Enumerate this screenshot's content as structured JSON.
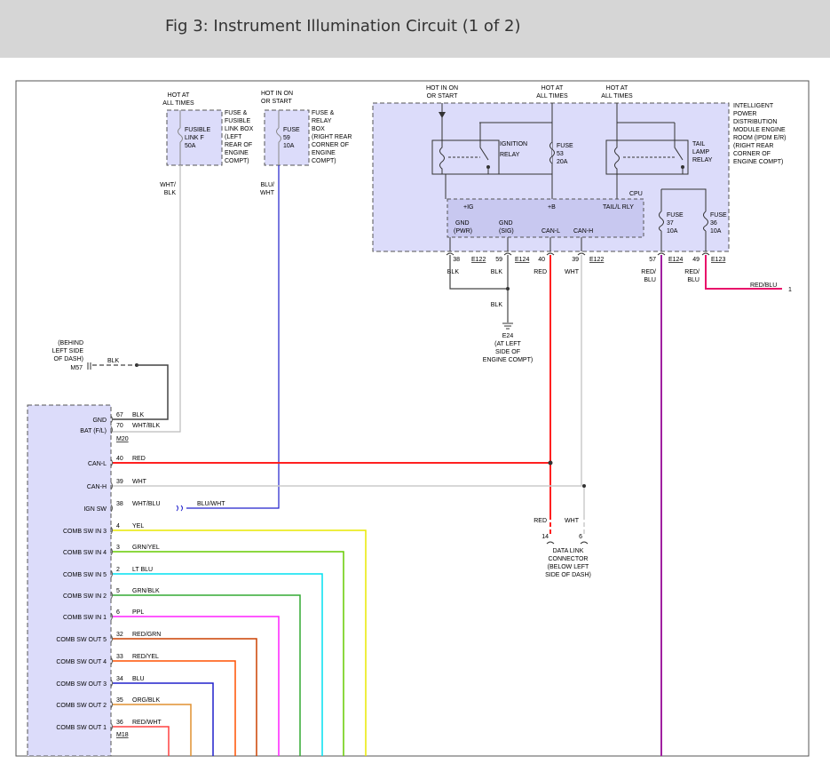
{
  "header": {
    "title": "Fig 3: Instrument Illumination Circuit (1 of 2)"
  },
  "colors": {
    "module_fill": "#dcdcfa",
    "border": "#555555",
    "wire_red": "#ff2020",
    "wire_white": "#cccccc",
    "wire_blu_wht": "#2020cc",
    "wire_ppl": "#a020a0",
    "wire_red_blu": "#e8106a",
    "wire_blk": "#444444"
  },
  "fuse_blocks": {
    "fusible": {
      "hot_label": [
        "HOT AT",
        "ALL TIMES"
      ],
      "fuse_text": [
        "FUSIBLE",
        "LINK F",
        "50A"
      ],
      "side_text": [
        "FUSE &",
        "FUSIBLE",
        "LINK BOX",
        "(LEFT",
        "REAR OF",
        "ENGINE",
        "COMPT)"
      ],
      "wire": [
        "WHT/",
        "BLK"
      ]
    },
    "relay_box": {
      "hot_label": [
        "HOT IN ON",
        "OR START"
      ],
      "fuse_text": [
        "FUSE",
        "59",
        "10A"
      ],
      "side_text": [
        "FUSE &",
        "RELAY",
        "BOX",
        "(RIGHT REAR",
        "CORNER OF",
        "ENGINE",
        "COMPT)"
      ],
      "wire": [
        "BLU/",
        "WHT"
      ]
    }
  },
  "ipdm": {
    "hot_labels": [
      [
        "HOT IN ON",
        "OR START"
      ],
      [
        "HOT AT",
        "ALL TIMES"
      ],
      [
        "HOT AT",
        "ALL TIMES"
      ]
    ],
    "side_text": [
      "INTELLIGENT",
      "POWER",
      "DISTRIBUTION",
      "MODULE ENGINE",
      "ROOM (IPDM E/R)",
      "(RIGHT REAR",
      "CORNER OF",
      "ENGINE COMPT)"
    ],
    "ignition_relay": [
      "IGNITION",
      "RELAY"
    ],
    "fuse53": [
      "FUSE",
      "53",
      "20A"
    ],
    "tail_relay": [
      "TAIL",
      "LAMP",
      "RELAY"
    ],
    "cpu": "CPU",
    "cpu_pins": {
      "ig": "+IG",
      "b": "+B",
      "tail": "TAIL/L RLY",
      "gnd_pwr": [
        "GND",
        "(PWR)"
      ],
      "gnd_sig": [
        "GND",
        "(SIG)"
      ],
      "can_l": "CAN-L",
      "can_h": "CAN-H"
    },
    "fuse37": [
      "FUSE",
      "37",
      "10A"
    ],
    "fuse36": [
      "FUSE",
      "36",
      "10A"
    ],
    "pins": [
      {
        "num": "38",
        "conn": "E122",
        "wire": [
          "BLK"
        ]
      },
      {
        "num": "59",
        "conn": "E124",
        "wire": [
          "BLK"
        ]
      },
      {
        "num": "40",
        "conn": "",
        "wire": [
          "RED"
        ]
      },
      {
        "num": "39",
        "conn": "E122",
        "wire": [
          "WHT"
        ]
      },
      {
        "num": "57",
        "conn": "E124",
        "wire": [
          "RED/",
          "BLU"
        ]
      },
      {
        "num": "49",
        "conn": "E123",
        "wire": [
          "RED/",
          "BLU"
        ]
      }
    ],
    "red_blu_out": "RED/BLU",
    "red_blu_ref": "1"
  },
  "ground": {
    "wire": "BLK",
    "label": [
      "E24",
      "(AT LEFT",
      "SIDE OF",
      "ENGINE COMPT)"
    ]
  },
  "m57": {
    "location": [
      "(BEHIND",
      "LEFT SIDE",
      "OF DASH)"
    ],
    "conn": "M57",
    "wire": "BLK"
  },
  "cluster": {
    "conn_top": "M20",
    "conn_bottom": "M18",
    "pins": [
      {
        "label": "GND",
        "num": "67",
        "wire": "BLK",
        "color": "#444444"
      },
      {
        "label": "BAT (F/L)",
        "num": "70",
        "wire": "WHT/BLK",
        "color": "#bbbbbb"
      },
      {
        "label": "CAN-L",
        "num": "40",
        "wire": "RED",
        "color": "#ff2020"
      },
      {
        "label": "CAN-H",
        "num": "39",
        "wire": "WHT",
        "color": "#cccccc"
      },
      {
        "label": "IGN SW",
        "num": "38",
        "wire": "WHT/BLU",
        "color": "#2020cc"
      },
      {
        "label": "COMB SW IN 3",
        "num": "4",
        "wire": "YEL",
        "color": "#e8e800"
      },
      {
        "label": "COMB SW IN 4",
        "num": "3",
        "wire": "GRN/YEL",
        "color": "#66cc00"
      },
      {
        "label": "COMB SW IN 5",
        "num": "2",
        "wire": "LT BLU",
        "color": "#00e0f0"
      },
      {
        "label": "COMB SW IN 2",
        "num": "5",
        "wire": "GRN/BLK",
        "color": "#33aa33"
      },
      {
        "label": "COMB SW IN 1",
        "num": "6",
        "wire": "PPL",
        "color": "#ff20ff"
      },
      {
        "label": "COMB SW OUT 5",
        "num": "32",
        "wire": "RED/GRN",
        "color": "#cc4000"
      },
      {
        "label": "COMB SW OUT 4",
        "num": "33",
        "wire": "RED/YEL",
        "color": "#ff5000"
      },
      {
        "label": "COMB SW OUT 3",
        "num": "34",
        "wire": "BLU",
        "color": "#2020cc"
      },
      {
        "label": "COMB SW OUT 2",
        "num": "35",
        "wire": "ORG/BLK",
        "color": "#e09030"
      },
      {
        "label": "COMB SW OUT 1",
        "num": "36",
        "wire": "RED/WHT",
        "color": "#ff4040"
      }
    ],
    "ign_wire_b": "BLU/WHT"
  },
  "dlc": {
    "red": "RED",
    "wht": "WHT",
    "pin14": "14",
    "pin6": "6",
    "label": [
      "DATA LINK",
      "CONNECTOR",
      "(BELOW LEFT",
      "SIDE OF DASH)"
    ]
  }
}
